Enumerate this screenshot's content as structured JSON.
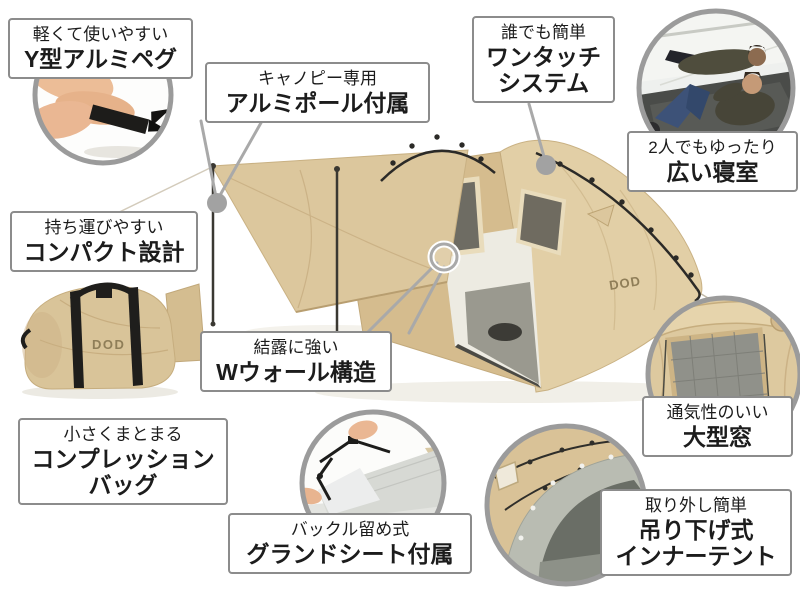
{
  "brand": {
    "tent_logo": "DOD",
    "bag_logo": "DOD"
  },
  "colors": {
    "background": "#ffffff",
    "tent_tan": "#d8c194",
    "tent_tan_light": "#e2cfa6",
    "tent_tan_canopy": "#dcc79d",
    "window_gray": "#6e6c63",
    "pole_black": "#2b2a27",
    "callout_border": "#8c8c8c",
    "leader_gray": "#a9a9a9",
    "photo_ring_gray": "#9b9b9b",
    "text_black": "#1c1c1c"
  },
  "callouts": {
    "peg": {
      "sub": "軽くて使いやすい",
      "title": "Y型アルミペグ"
    },
    "canopy_pole": {
      "sub": "キャノピー専用",
      "title": "アルミポール付属"
    },
    "one_touch": {
      "sub": "誰でも簡単",
      "title": "ワンタッチ",
      "title2": "システム"
    },
    "bedroom": {
      "sub": "2人でもゆったり",
      "title": "広い寝室"
    },
    "compact": {
      "sub": "持ち運びやすい",
      "title": "コンパクト設計"
    },
    "w_wall": {
      "sub": "結露に強い",
      "title": "Wウォール構造"
    },
    "compression": {
      "sub": "小さくまとまる",
      "title": "コンプレッション",
      "title2": "バッグ"
    },
    "ground_sheet": {
      "sub": "バックル留め式",
      "title": "グランドシート付属"
    },
    "window": {
      "sub": "通気性のいい",
      "title": "大型窓"
    },
    "inner_tent": {
      "sub": "取り外し簡単",
      "title": "吊り下げ式",
      "title2": "インナーテント"
    }
  },
  "photos": {
    "peg": "hand-holding-y-aluminum-peg",
    "bedroom": "two-people-lying-inside-tent",
    "bag": "compression-carry-bag",
    "ground_sheet": "buckle-ground-sheet-corner",
    "window": "large-mesh-window-rolled-open",
    "inner_tent": "hanging-inner-tent-interior"
  }
}
